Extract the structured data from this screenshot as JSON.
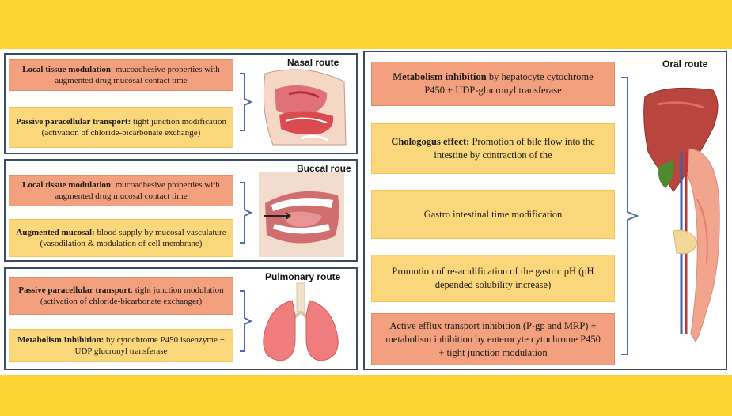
{
  "nasal": {
    "title": "Nasal route",
    "box1": {
      "bold": "Local tissue modulation",
      "text": ": mucoadhesive properties with augmented drug mucosal contact time"
    },
    "box2": {
      "bold": "Passive paracellular transport:",
      "text": " tight junction modification (activation of chloride-bicarbonate exchange)"
    }
  },
  "buccal": {
    "title": "Buccal roue",
    "box1": {
      "bold": "Local tissue modulation",
      "text": ": mucoadhesive properties with augmented drug mucosal contact time"
    },
    "box2": {
      "bold": "Augmented  mucosal:",
      "text": " blood supply by mucosal vasculature (vasodilation & modulation of cell membrane)"
    }
  },
  "pulmonary": {
    "title": "Pulmonary route",
    "box1": {
      "bold": "Passive paracellular transport",
      "text": ": tight junction modulation (activation of chloride-bicarbonate exchanger)"
    },
    "box2": {
      "bold": "Metabolism Inhibition:",
      "text": " by cytochrome P450 isoenzyme + UDP glucronyl transferase"
    }
  },
  "oral": {
    "title": "Oral route",
    "box1": {
      "bold": "Metabolism inhibition",
      "text": " by hepatocyte cytochrome P450 + UDP-glucronyl transferase"
    },
    "box2": {
      "bold": "Chologogus effect:",
      "text": " Promotion of bile flow into the intestine by contraction of the"
    },
    "box3": {
      "text": "Gastro intestinal time modification"
    },
    "box4": {
      "text": "Promotion of re-acidification of the gastric pH (pH depended solubility  increase)"
    },
    "box5": {
      "text": "Active efflux transport inhibition (P-gp and MRP) + metabolism inhibition by enterocyte cytochrome P450 + tight junction modulation"
    }
  },
  "colors": {
    "band": "#fcd535",
    "salmon": "#f3a07e",
    "cream": "#fbd77c",
    "border": "#3b4a66",
    "bracket": "#4a6aa8"
  }
}
